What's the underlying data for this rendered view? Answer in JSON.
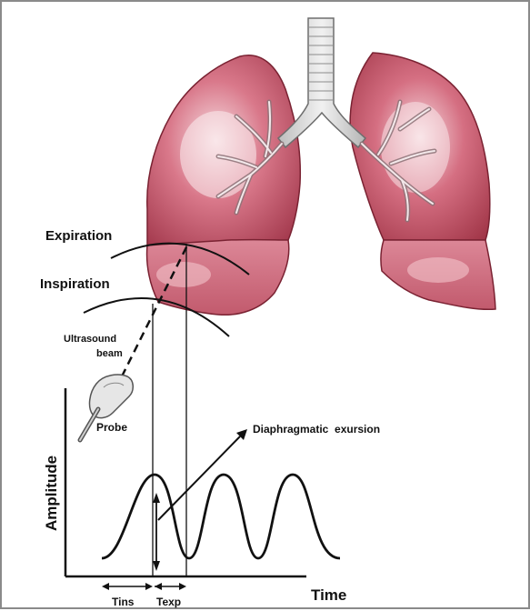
{
  "labels": {
    "expiration": "Expiration",
    "inspiration": "Inspiration",
    "ultrasound_line1": "Ultrasound",
    "ultrasound_line2": "beam",
    "probe": "Probe",
    "diaphragmatic_excursion": "Diaphragmatic  exursion",
    "amplitude": "Amplitude",
    "time": "Time",
    "tins": "Tins",
    "texp": "Texp"
  },
  "colors": {
    "lung_base": "#c75466",
    "lung_dark": "#9c3347",
    "lung_light": "#f2c9cf",
    "trachea": "#d8d8d8",
    "ink": "#111111",
    "frame": "#8a8a8a"
  },
  "icons": [
    "lungs-illustration",
    "trachea-illustration",
    "ultrasound-probe-icon"
  ]
}
